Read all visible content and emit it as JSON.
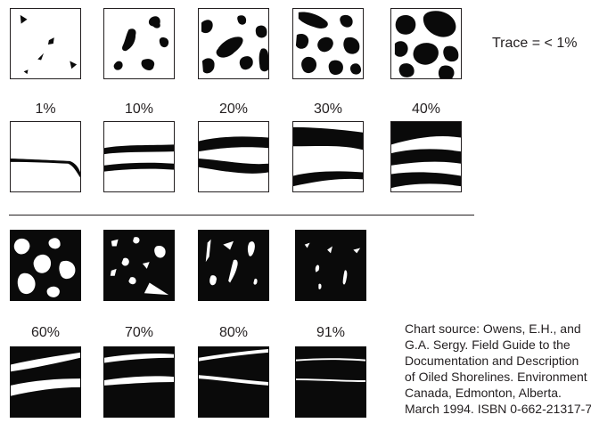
{
  "trace_note": "Trace = < 1%",
  "coverage_labels": [
    "1%",
    "10%",
    "20%",
    "30%",
    "40%",
    "60%",
    "70%",
    "80%",
    "91%"
  ],
  "source_lines": [
    "Chart source: Owens, E.H., and",
    "G.A. Sergy.  Field Guide to the",
    "Documentation and Description",
    "of Oiled Shorelines. Environment",
    "Canada, Edmonton, Alberta.",
    "March 1994. ISBN 0-662-21317-7"
  ],
  "colors": {
    "oil": "#0a0a0a",
    "background": "#ffffff",
    "text": "#231f20"
  }
}
